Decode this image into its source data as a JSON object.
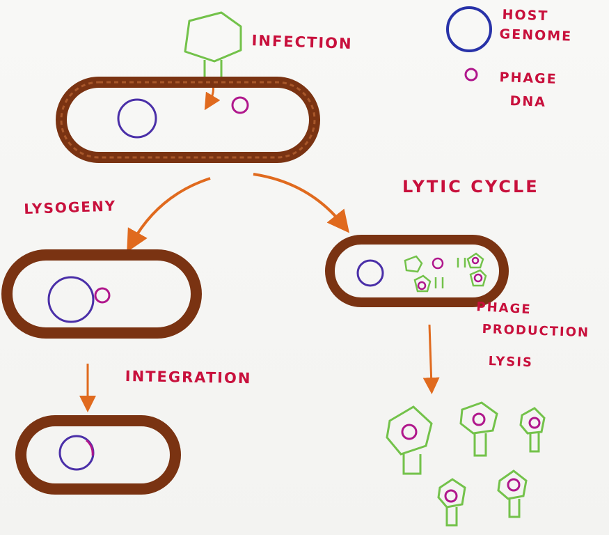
{
  "labels": {
    "infection": "INFECTION",
    "lysogeny": "LYSOGENY",
    "lytic_cycle": "LYTIC CYCLE",
    "integration": "INTEGRATION",
    "phage_production_line1": "PHAGE",
    "phage_production_line2": "PRODUCTION",
    "phage_production_line3": "LYSIS"
  },
  "legend": {
    "host_genome_line1": "HOST",
    "host_genome_line2": "GENOME",
    "phage_dna_line1": "PHAGE",
    "phage_dna_line2": "DNA"
  },
  "colors": {
    "cell_wall": "#7a3312",
    "host_genome": "#4a2fa8",
    "phage_dna": "#b0178c",
    "phage_capsid": "#73c24a",
    "arrow": "#e06a1e",
    "label_text": "#c8103c"
  }
}
